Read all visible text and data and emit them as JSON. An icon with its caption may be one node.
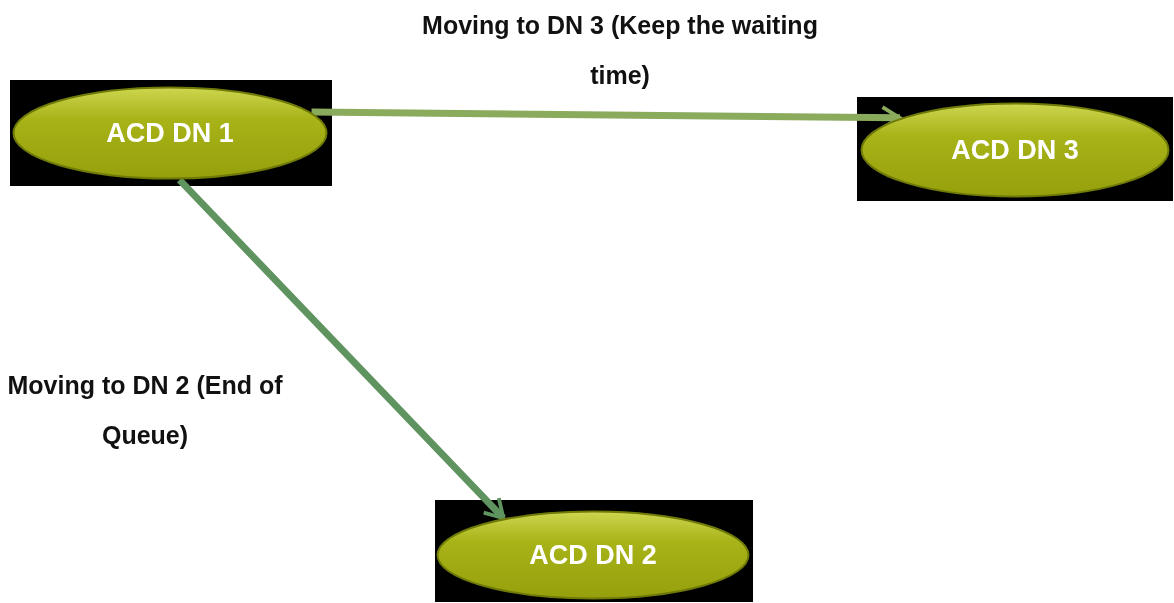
{
  "diagram": {
    "nodes": [
      {
        "text": [
          "ACD DN 1"
        ]
      },
      {
        "text": [
          "ACD DN 3"
        ]
      },
      {
        "text": [
          "ACD DN 2"
        ]
      }
    ],
    "edges": [
      {
        "from": 0,
        "to": 1,
        "arrow": "to",
        "label": "Moving to DN 3 (Keep the waiting time)",
        "color": "#8aaa5c"
      },
      {
        "from": 0,
        "to": 2,
        "arrow": "to",
        "label": "Moving to DN 2 (End of Queue)",
        "color": "#5f935f"
      }
    ]
  }
}
